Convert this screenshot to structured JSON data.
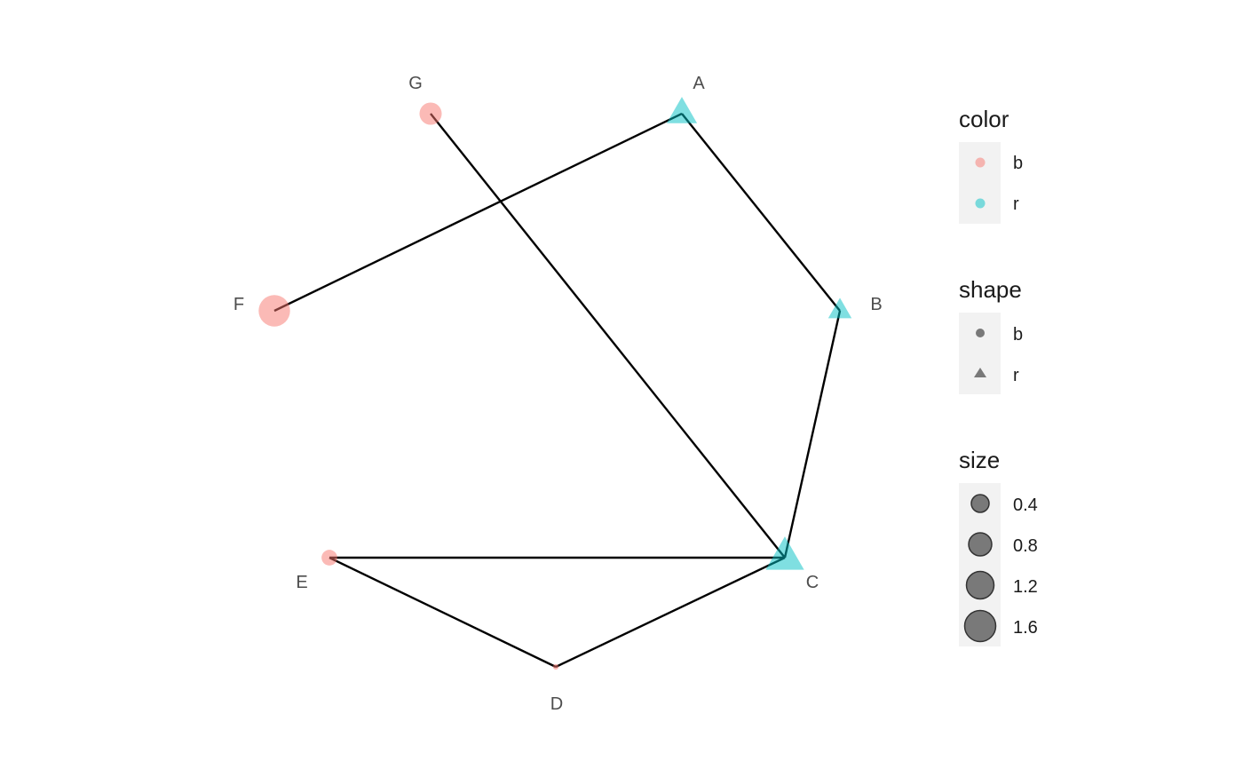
{
  "network": {
    "nodes": [
      {
        "id": "A",
        "label": "A",
        "group": "r",
        "size": 1.0
      },
      {
        "id": "B",
        "label": "B",
        "group": "r",
        "size": 0.5
      },
      {
        "id": "C",
        "label": "C",
        "group": "r",
        "size": 1.8
      },
      {
        "id": "D",
        "label": "D",
        "group": "b",
        "size": 0.05
      },
      {
        "id": "E",
        "label": "E",
        "group": "b",
        "size": 0.4
      },
      {
        "id": "F",
        "label": "F",
        "group": "b",
        "size": 1.6
      },
      {
        "id": "G",
        "label": "G",
        "group": "b",
        "size": 0.8
      }
    ],
    "edges": [
      {
        "from": "G",
        "to": "C"
      },
      {
        "from": "A",
        "to": "F"
      },
      {
        "from": "A",
        "to": "B"
      },
      {
        "from": "B",
        "to": "C"
      },
      {
        "from": "E",
        "to": "C"
      },
      {
        "from": "E",
        "to": "D"
      },
      {
        "from": "D",
        "to": "C"
      }
    ],
    "colors": {
      "b": "#F8766D",
      "r": "#00BFC4"
    },
    "shapes": {
      "b": "circle",
      "r": "triangle"
    }
  },
  "legend": {
    "color": {
      "title": "color",
      "items": [
        {
          "label": "b",
          "color": "#F8766D"
        },
        {
          "label": "r",
          "color": "#00BFC4"
        }
      ]
    },
    "shape": {
      "title": "shape",
      "items": [
        {
          "label": "b",
          "shape": "circle"
        },
        {
          "label": "r",
          "shape": "triangle"
        }
      ]
    },
    "size": {
      "title": "size",
      "items": [
        {
          "label": "0.4",
          "value": 0.4
        },
        {
          "label": "0.8",
          "value": 0.8
        },
        {
          "label": "1.2",
          "value": 1.2
        },
        {
          "label": "1.6",
          "value": 1.6
        }
      ]
    }
  }
}
